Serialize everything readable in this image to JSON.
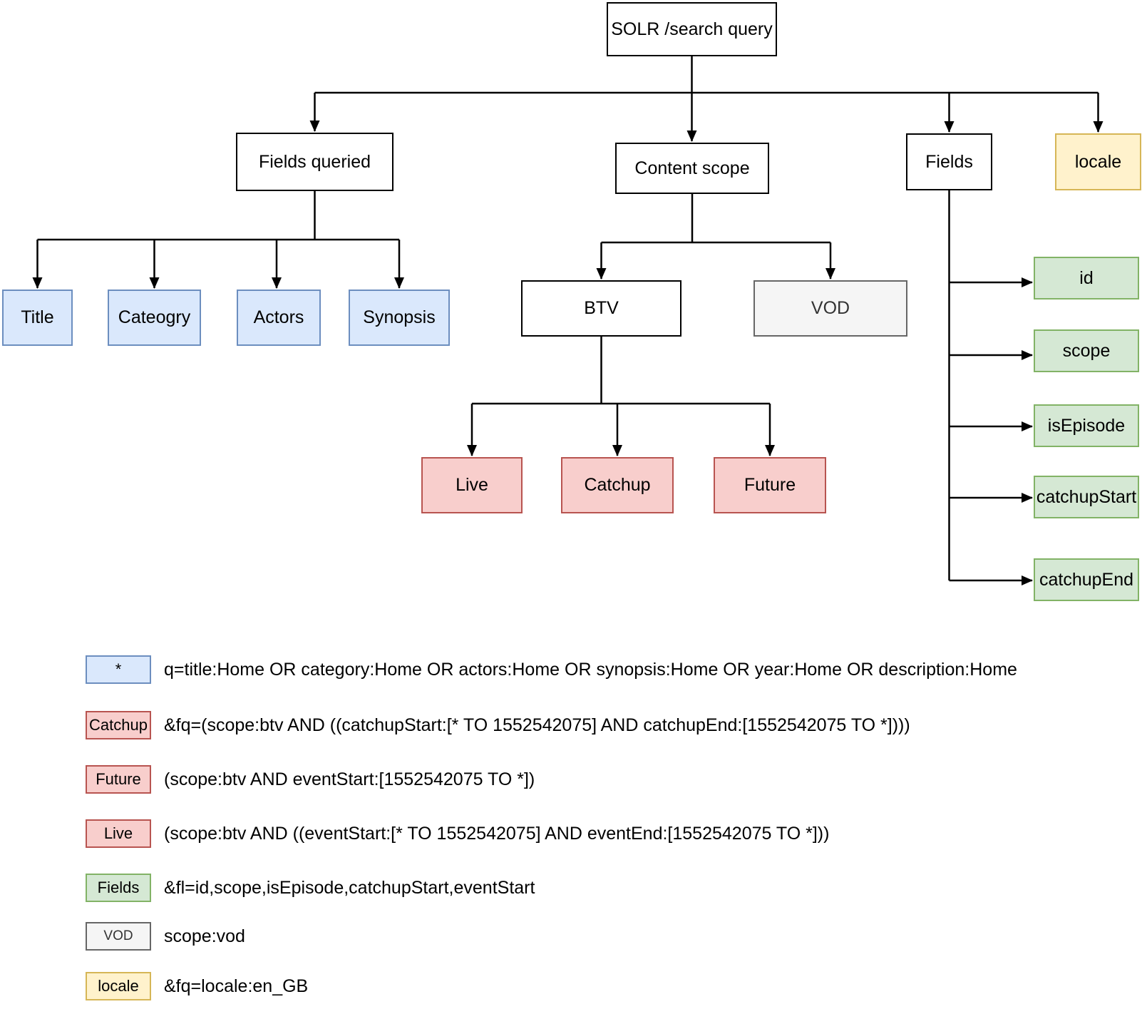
{
  "diagram": {
    "nodes": {
      "solr": "SOLR /search query",
      "fields_queried": "Fields queried",
      "content_scope": "Content scope",
      "fields": "Fields",
      "locale": "locale",
      "title": "Title",
      "cateogry": "Cateogry",
      "actors": "Actors",
      "synopsis": "Synopsis",
      "btv": "BTV",
      "vod": "VOD",
      "live": "Live",
      "catchup": "Catchup",
      "future": "Future",
      "id": "id",
      "scope": "scope",
      "isEpisode": "isEpisode",
      "catchupStart": "catchupStart",
      "catchupEnd": "catchupEnd"
    },
    "colors": {
      "blue_fill": "#dae8fc",
      "blue_stroke": "#6c8ebf",
      "red_fill": "#f8cecc",
      "red_stroke": "#b85450",
      "green_fill": "#d5e8d4",
      "green_stroke": "#82b366",
      "yellow_fill": "#fff2cc",
      "yellow_stroke": "#d6b656",
      "gray_fill": "#f5f5f5",
      "gray_stroke": "#666666",
      "line": "#000000"
    }
  },
  "legend": {
    "rows": [
      {
        "swatch": "*",
        "color": "blue",
        "text": "q=title:Home OR category:Home OR actors:Home OR synopsis:Home OR year:Home OR description:Home"
      },
      {
        "swatch": "Catchup",
        "color": "red",
        "text": "&fq=(scope:btv AND ((catchupStart:[* TO 1552542075] AND catchupEnd:[1552542075 TO *])))"
      },
      {
        "swatch": "Future",
        "color": "red",
        "text": "(scope:btv AND eventStart:[1552542075 TO *])"
      },
      {
        "swatch": "Live",
        "color": "red",
        "text": "(scope:btv AND ((eventStart:[* TO 1552542075] AND eventEnd:[1552542075 TO *]))"
      },
      {
        "swatch": "Fields",
        "color": "green",
        "text": "&fl=id,scope,isEpisode,catchupStart,eventStart"
      },
      {
        "swatch": "VOD",
        "color": "gray",
        "text": "scope:vod"
      },
      {
        "swatch": "locale",
        "color": "yellow",
        "text": "&fq=locale:en_GB"
      }
    ]
  }
}
